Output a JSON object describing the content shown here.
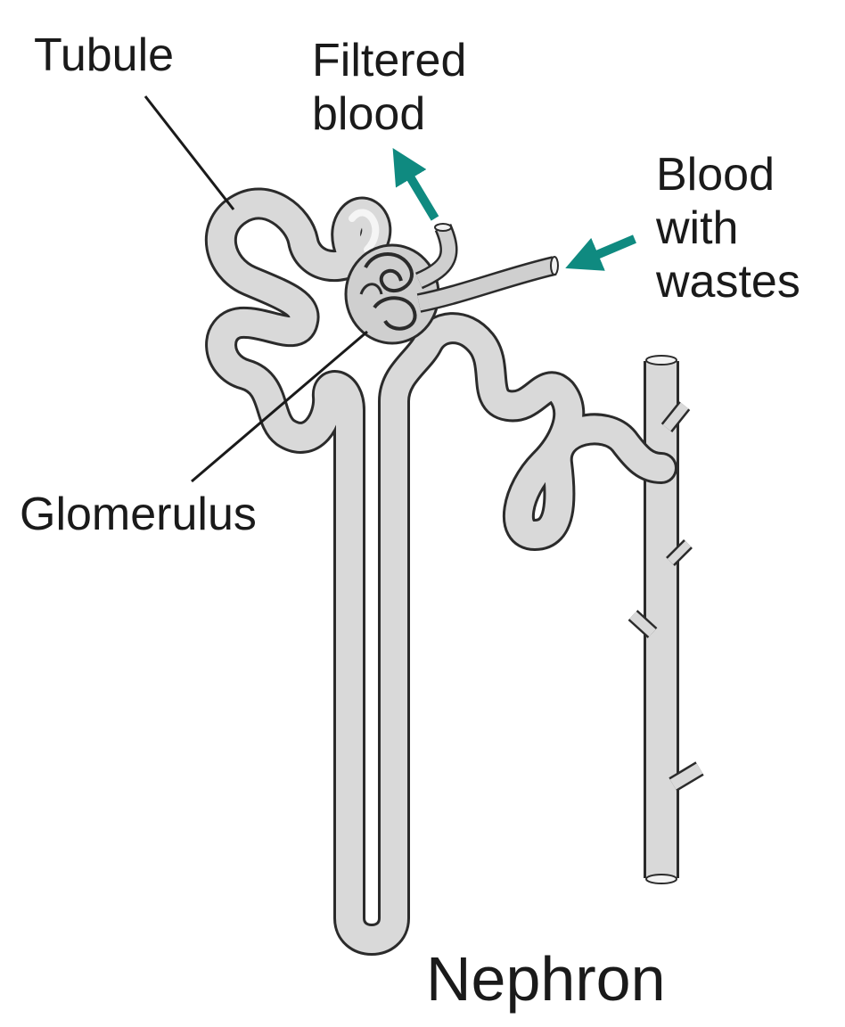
{
  "labels": {
    "tubule": "Tubule",
    "filtered_blood": [
      "Filtered",
      "blood"
    ],
    "blood_with_wastes": [
      "Blood",
      "with",
      "wastes"
    ],
    "glomerulus": "Glomerulus",
    "title": "Nephron"
  },
  "colors": {
    "arrow": "#0f8a80",
    "tube_fill": "#d9d9d9",
    "tube_outline": "#2b2b2b",
    "leader_line": "#1a1a1a",
    "text": "#1a1a1a"
  }
}
